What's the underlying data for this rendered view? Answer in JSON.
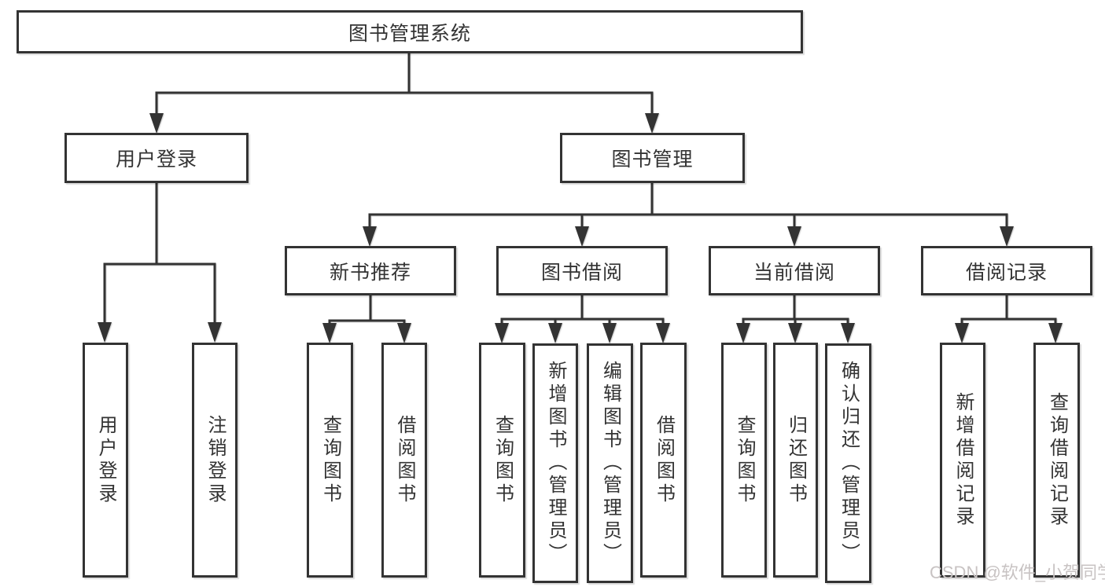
{
  "diagram_title": "图书管理系统",
  "tree": {
    "root": {
      "label": "图书管理系统"
    },
    "level2": [
      {
        "id": "user-login",
        "label": "用户登录"
      },
      {
        "id": "book-management",
        "label": "图书管理"
      }
    ],
    "level3": [
      {
        "id": "new-book-recommend",
        "parent": "book-management",
        "label": "新书推荐"
      },
      {
        "id": "book-borrowing",
        "parent": "book-management",
        "label": "图书借阅"
      },
      {
        "id": "current-borrowing",
        "parent": "book-management",
        "label": "当前借阅"
      },
      {
        "id": "borrowing-records",
        "parent": "book-management",
        "label": "借阅记录"
      }
    ],
    "leaves": [
      {
        "parent": "user-login",
        "label": "用户登录"
      },
      {
        "parent": "user-login",
        "label": "注销登录"
      },
      {
        "parent": "new-book-recommend",
        "label": "查询图书"
      },
      {
        "parent": "new-book-recommend",
        "label": "借阅图书"
      },
      {
        "parent": "book-borrowing",
        "label": "查询图书"
      },
      {
        "parent": "book-borrowing",
        "label": "新增图书（管理员）"
      },
      {
        "parent": "book-borrowing",
        "label": "编辑图书（管理员）"
      },
      {
        "parent": "book-borrowing",
        "label": "借阅图书"
      },
      {
        "parent": "current-borrowing",
        "label": "查询图书"
      },
      {
        "parent": "current-borrowing",
        "label": "归还图书"
      },
      {
        "parent": "current-borrowing",
        "label": "确认归还（管理员）"
      },
      {
        "parent": "borrowing-records",
        "label": "新增借阅记录"
      },
      {
        "parent": "borrowing-records",
        "label": "查询借阅记录"
      }
    ]
  },
  "watermark": "CSDN @软件_小贺同学",
  "colors": {
    "line": "#333333",
    "text": "#333333",
    "watermark": "#c8c3c3",
    "background": "#ffffff"
  }
}
